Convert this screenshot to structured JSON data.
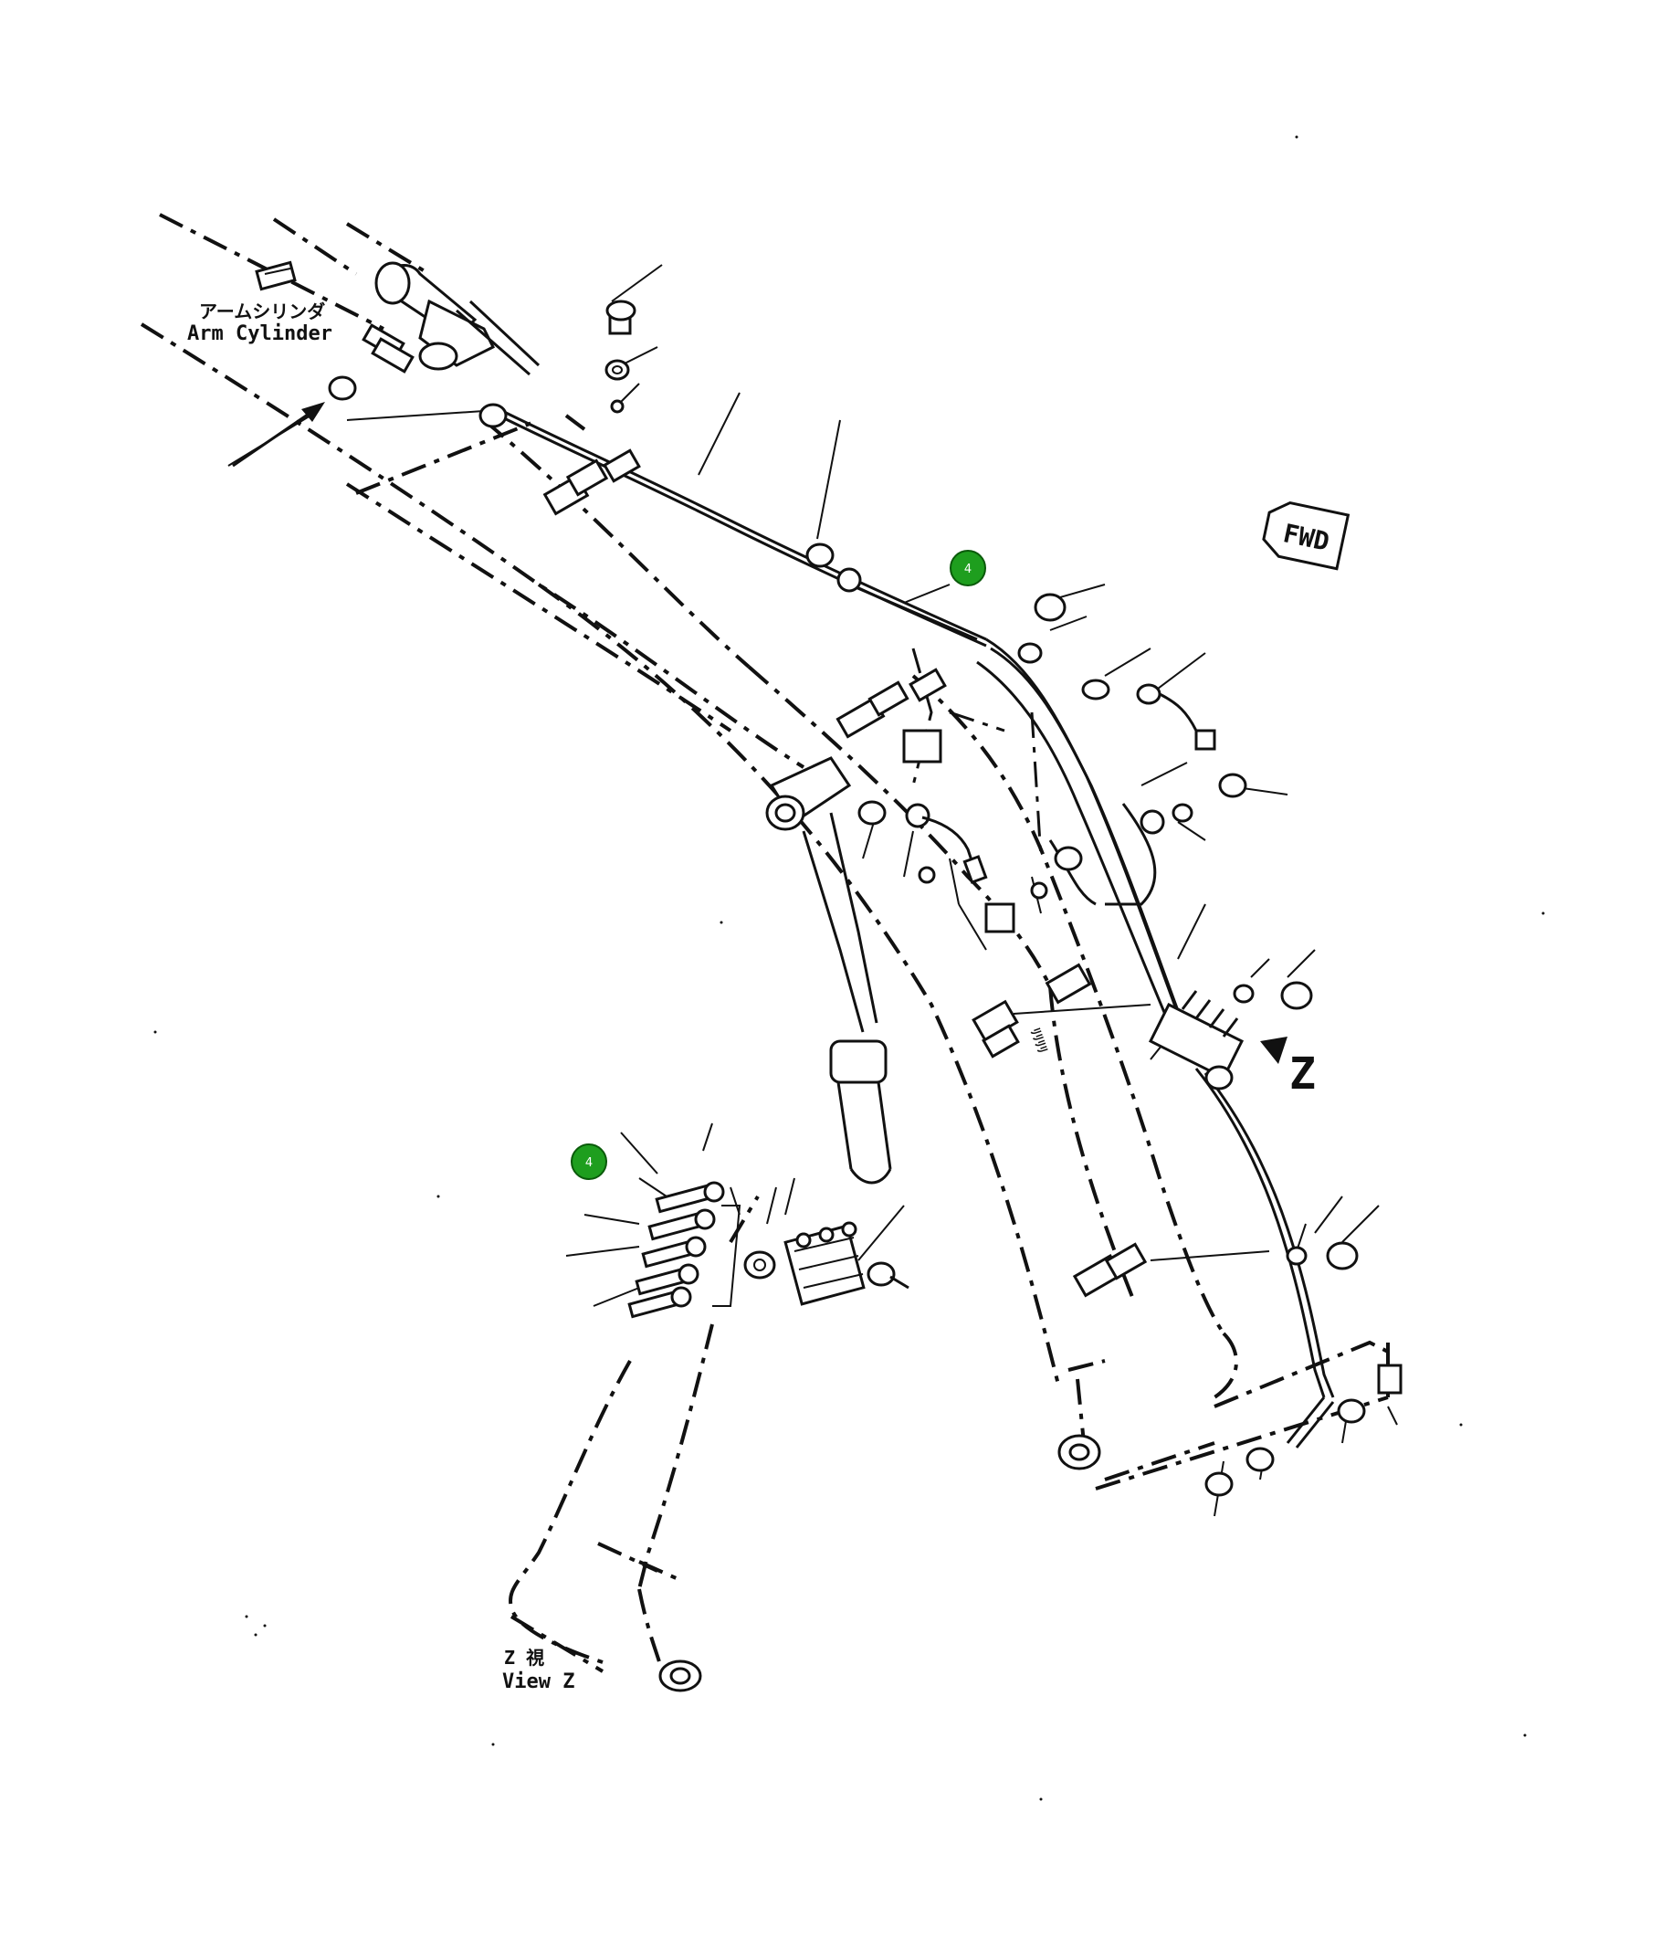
{
  "labels": {
    "arm_cylinder_jp": "アームシリンダ",
    "arm_cylinder_en": "Arm Cylinder",
    "fwd": "FWD",
    "view_arrow": "Z",
    "view_z_jp": "Z  視",
    "view_z_en": "View Z",
    "clamp_mark": "ﾘﾘﾘﾘ"
  },
  "callouts": [
    {
      "id": "badge-upper",
      "text": "4"
    },
    {
      "id": "badge-lower",
      "text": "4"
    }
  ],
  "colors": {
    "badge": "#1e9e1e",
    "ink": "#111111",
    "background": "#ffffff"
  }
}
